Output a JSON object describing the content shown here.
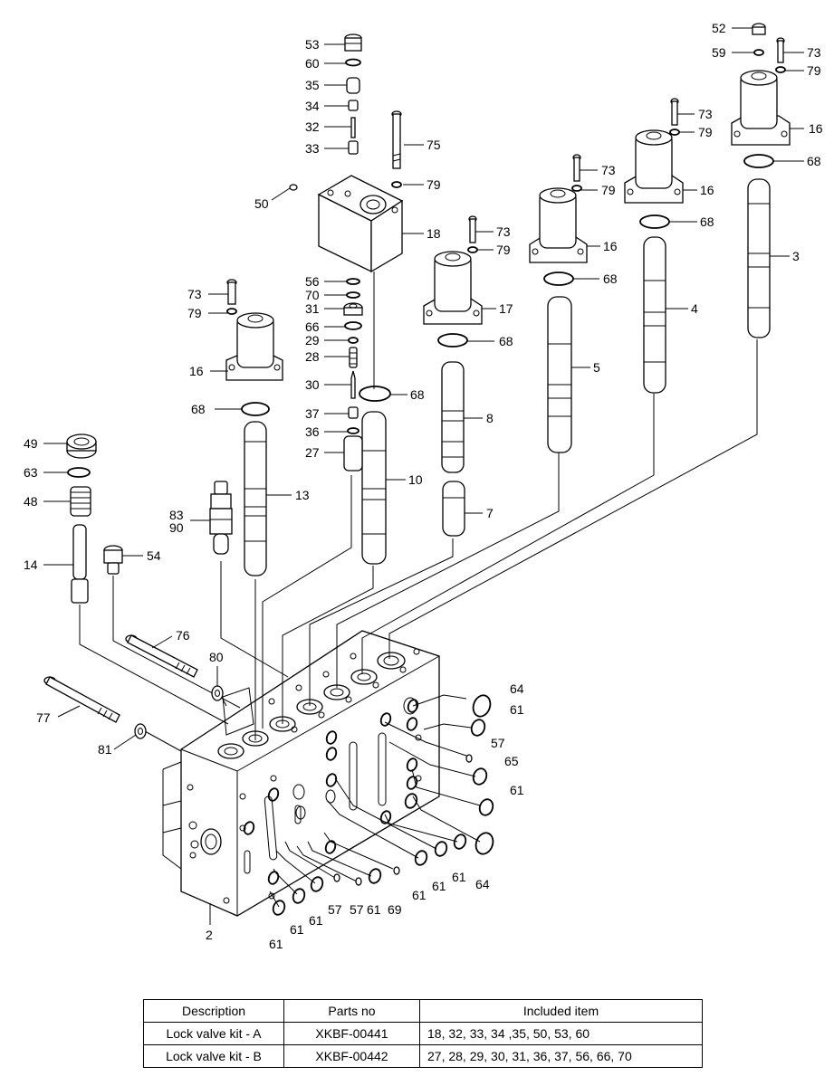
{
  "callouts": {
    "c2": "2",
    "c3": "3",
    "c4": "4",
    "c5": "5",
    "c7": "7",
    "c8": "8",
    "c10": "10",
    "c13": "13",
    "c14": "14",
    "c16a": "16",
    "c16b": "16",
    "c16c": "16",
    "c16d": "16",
    "c17": "17",
    "c18": "18",
    "c27": "27",
    "c28": "28",
    "c29": "29",
    "c30": "30",
    "c31": "31",
    "c32": "32",
    "c33": "33",
    "c34": "34",
    "c35": "35",
    "c36": "36",
    "c37": "37",
    "c48": "48",
    "c49": "49",
    "c50": "50",
    "c52": "52",
    "c53": "53",
    "c54": "54",
    "c56": "56",
    "c57a": "57",
    "c57b": "57",
    "c57c": "57",
    "c59": "59",
    "c60": "60",
    "c61a": "61",
    "c61b": "61",
    "c61c": "61",
    "c61d": "61",
    "c61e": "61",
    "c61f": "61",
    "c61g": "61",
    "c61h": "61",
    "c61i": "61",
    "c63": "63",
    "c64a": "64",
    "c64b": "64",
    "c65": "65",
    "c66": "66",
    "c68a": "68",
    "c68b": "68",
    "c68c": "68",
    "c68d": "68",
    "c68e": "68",
    "c68f": "68",
    "c69": "69",
    "c70": "70",
    "c73a": "73",
    "c73b": "73",
    "c73c": "73",
    "c73d": "73",
    "c73e": "73",
    "c75": "75",
    "c76": "76",
    "c77": "77",
    "c79a": "79",
    "c79b": "79",
    "c79c": "79",
    "c79d": "79",
    "c79e": "79",
    "c79f": "79",
    "c80": "80",
    "c81": "81",
    "c83": "83",
    "c90": "90"
  },
  "kit_table": {
    "headers": [
      "Description",
      "Parts no",
      "Included item"
    ],
    "rows": [
      [
        "Lock valve kit - A",
        "XKBF-00441",
        "18, 32, 33, 34 ,35, 50, 53, 60"
      ],
      [
        "Lock valve kit - B",
        "XKBF-00442",
        "27, 28, 29, 30, 31, 36, 37, 56, 66, 70"
      ]
    ]
  }
}
